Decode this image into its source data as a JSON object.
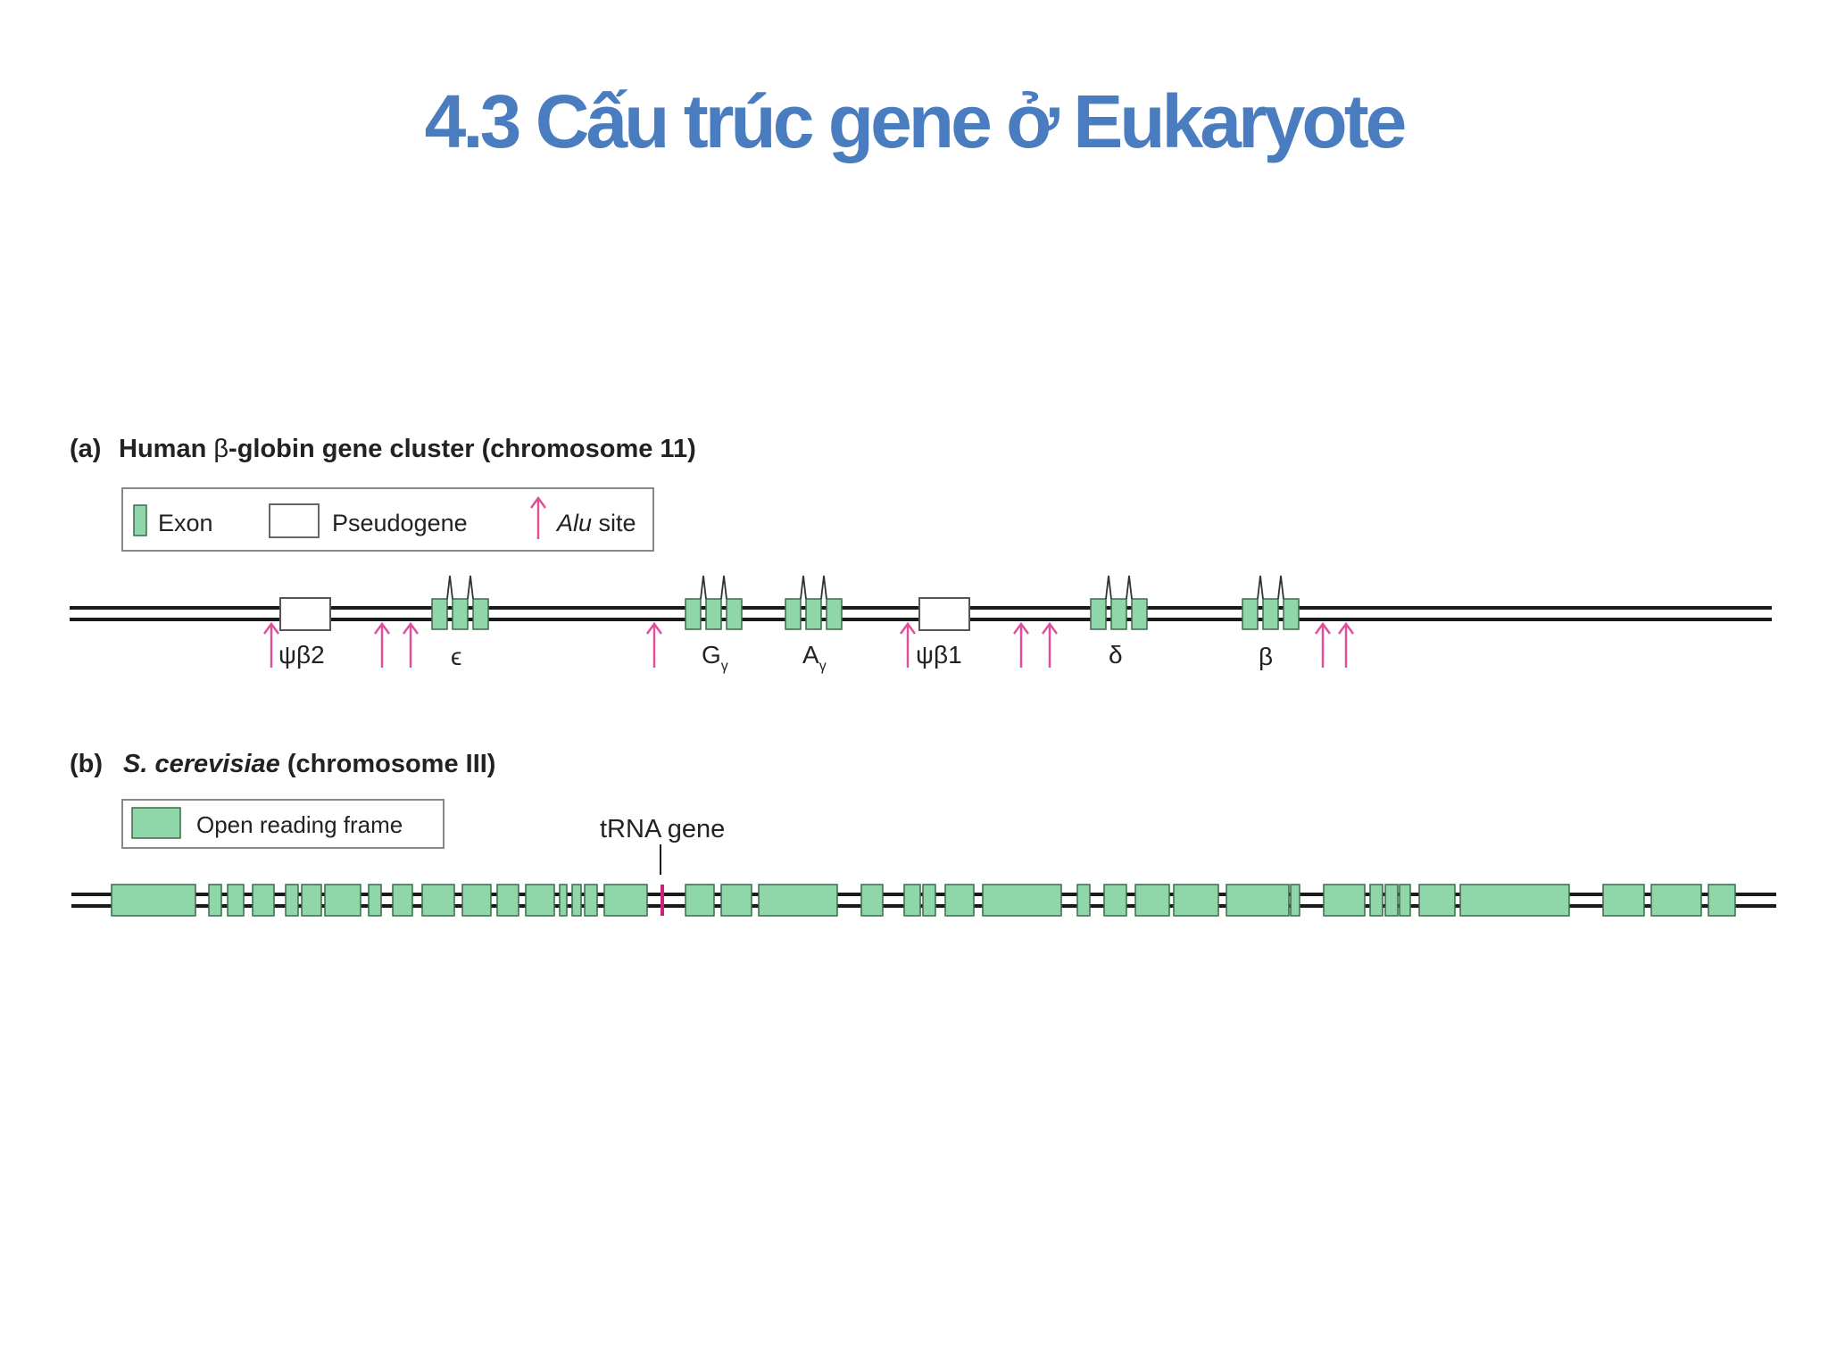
{
  "title": "4.3 Cấu trúc gene ở Eukaryote",
  "colors": {
    "title": "#4a7cc0",
    "exon": "#8fd6a8",
    "exon_stroke": "#3a6a4a",
    "alu": "#e0509a",
    "trna": "#cc2277",
    "dna": "#1a1a1a"
  },
  "panel_a": {
    "tag": "(a)",
    "heading_prefix": "Human ",
    "heading_greek": "β",
    "heading_suffix": "-globin gene cluster (chromosome 11)",
    "legend": {
      "exon_label": "Exon",
      "pseudogene_label": "Pseudogene",
      "alu_label_italic": "Alu",
      "alu_label_rest": " site"
    },
    "genes": [
      {
        "label": "ψβ2",
        "kind": "pseudogene"
      },
      {
        "label": "ϵ",
        "kind": "gene"
      },
      {
        "label": "G",
        "sub": "γ",
        "kind": "gene"
      },
      {
        "label": "A",
        "sub": "γ",
        "kind": "gene"
      },
      {
        "label": "ψβ1",
        "kind": "pseudogene"
      },
      {
        "label": "δ",
        "kind": "gene"
      },
      {
        "label": "β",
        "kind": "gene"
      }
    ],
    "alu_site_count": 9
  },
  "panel_b": {
    "tag": "(b)",
    "heading_italic": "S. cerevisiae",
    "heading_rest": " (chromosome III)",
    "legend": {
      "orf_label": "Open reading frame"
    },
    "trna_label": "tRNA gene"
  }
}
